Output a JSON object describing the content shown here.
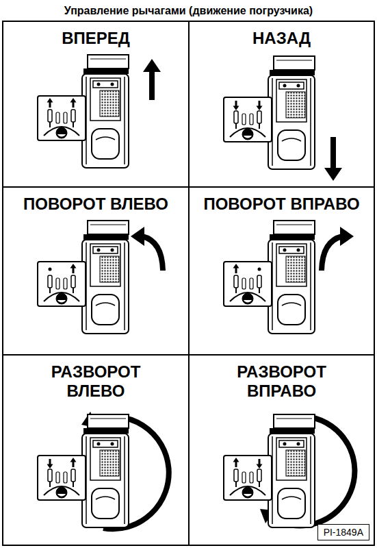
{
  "diagram": {
    "title": "Управление рычагами (движение погрузчика)",
    "nodes": [
      {
        "text": [
          "ВПЕРЕД"
        ]
      },
      {
        "text": [
          "НАЗАД"
        ]
      },
      {
        "text": [
          "ПОВОРОТ ВЛЕВО"
        ]
      },
      {
        "text": [
          "ПОВОРОТ ВПРАВО"
        ]
      },
      {
        "text": [
          "РАЗВОРОТ ВЛЕВО"
        ]
      },
      {
        "text": [
          "РАЗВОРОТ ВПРАВО"
        ]
      },
      {
        "text": [
          "PI-1849A"
        ],
        "in": 5
      }
    ]
  }
}
